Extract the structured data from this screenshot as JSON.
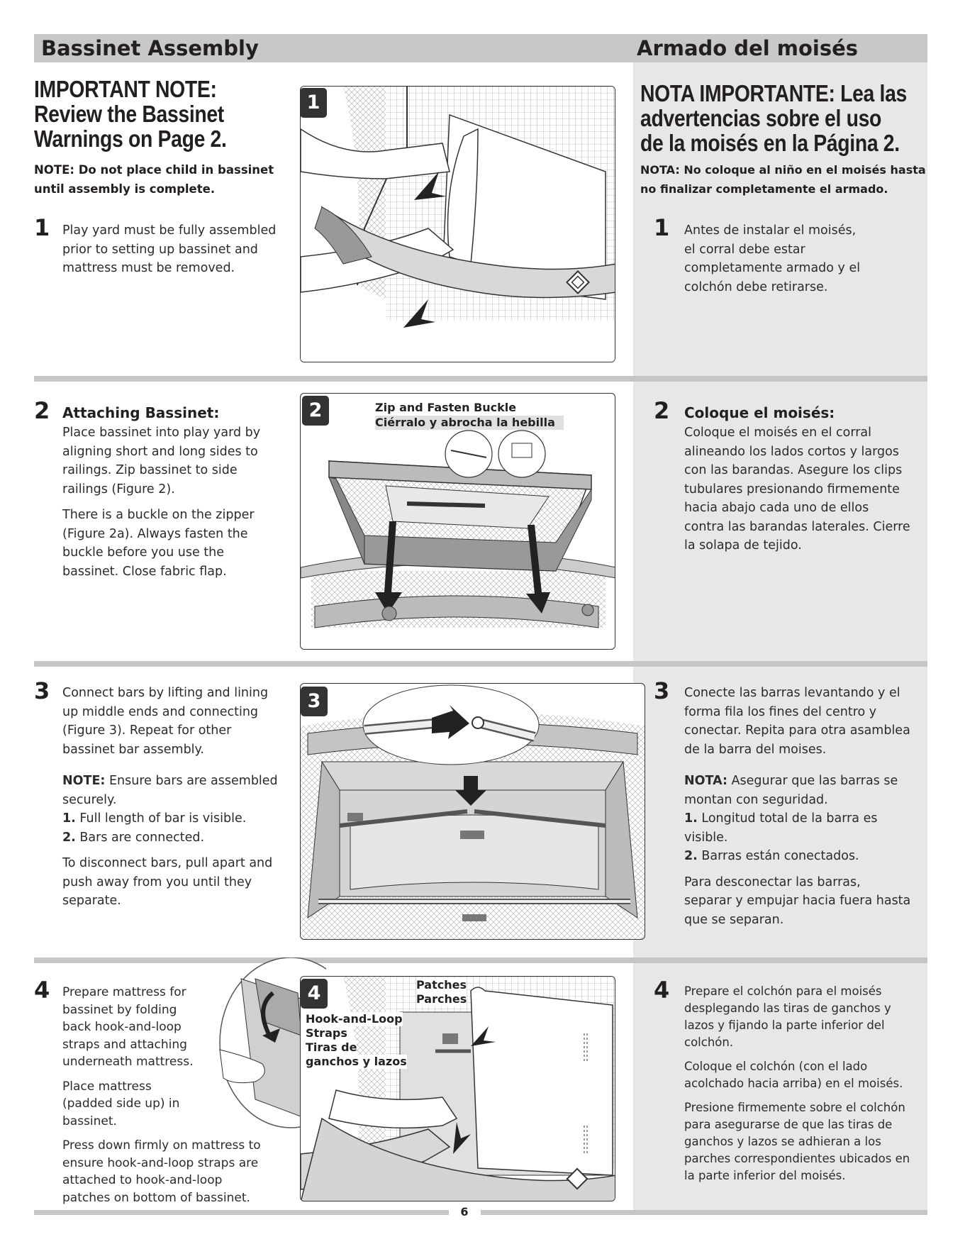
{
  "header": {
    "left_title": "Bassinet Assembly",
    "right_title": "Armado del moisés"
  },
  "english": {
    "important_note": "IMPORTANT NOTE: Review the Bassinet Warnings on Page 2.",
    "note": "NOTE: Do not place child in bassinet until assembly is complete.",
    "step1": {
      "number": "1",
      "text": "Play yard must be fully assembled prior to setting up bassinet and mattress must be removed."
    },
    "step2": {
      "number": "2",
      "heading": "Attaching Bassinet:",
      "p1": "Place bassinet into play yard by aligning short and long sides to railings. Zip bassinet to side railings (Figure 2).",
      "p2": "There is a buckle on the zipper (Figure 2a). Always fasten the buckle before you use the bassinet. Close fabric flap."
    },
    "step3": {
      "number": "3",
      "p1": "Connect bars by lifting and lining up middle ends and connecting (Figure 3). Repeat for other bassinet bar assembly.",
      "note_label": "NOTE:",
      "note_text": " Ensure bars are assembled securely.",
      "item1_num": "1.",
      "item1_text": " Full length of bar is visible.",
      "item2_num": "2.",
      "item2_text": " Bars are connected.",
      "p3": "To disconnect bars, pull apart and push away from you until they separate."
    },
    "step4": {
      "number": "4",
      "p1": "Prepare mattress for bassinet by folding back hook-and-loop straps and attaching underneath mattress.",
      "p2": "Place mattress (padded side up) in bassinet.",
      "p3": "Press down firmly on mattress to ensure hook-and-loop straps are attached to hook-and-loop patches on bottom of bassinet."
    }
  },
  "spanish": {
    "important_note": "NOTA IMPORTANTE: Lea las advertencias sobre el uso de la moisés en la Página 2.",
    "note": "NOTA: No coloque al niño en el moisés hasta no finalizar completamente el armado.",
    "step1": {
      "number": "1",
      "text": "Antes de instalar el moisés, el corral debe estar completamente armado y el colchón debe retirarse."
    },
    "step2": {
      "number": "2",
      "heading": "Coloque el moisés:",
      "p1": "Coloque el moisés en el corral alineando los lados cortos y largos con las barandas. Asegure los clips tubulares presionando firmemente hacia abajo cada uno de ellos contra las barandas laterales. Cierre la solapa de tejido."
    },
    "step3": {
      "number": "3",
      "p1": "Conecte las barras levantando y el forma fila los fines del centro y conectar. Repita para otra asamblea de la barra del moises.",
      "note_label": "NOTA:",
      "note_text": " Asegurar que las barras se montan con seguridad.",
      "item1_num": "1.",
      "item1_text": " Longitud total de la barra es visible.",
      "item2_num": "2.",
      "item2_text": " Barras están conectados.",
      "p3": "Para desconectar las barras, separar y empujar hacia fuera hasta que se separan."
    },
    "step4": {
      "number": "4",
      "p1": "Prepare el colchón para el moisés desplegando las tiras de ganchos y lazos y fijando la parte inferior del colchón.",
      "p2": "Coloque el colchón (con el lado acolchado hacia arriba) en el moisés.",
      "p3": "Presione firmemente sobre el colchón para asegurarse de que las tiras de ganchos y lazos se adhieran a los parches correspondientes ubicados en la parte inferior del moisés."
    }
  },
  "figures": {
    "fig1_badge": "1",
    "fig2_badge": "2",
    "fig2_caption_en": "Zip and Fasten Buckle",
    "fig2_caption_es": "Ciérralo y abrocha la hebilla",
    "fig3_badge": "3",
    "fig4_badge": "4",
    "fig4_patches_en": "Patches",
    "fig4_patches_es": "Parches",
    "fig4_straps_en_1": "Hook-and-Loop",
    "fig4_straps_en_2": "Straps",
    "fig4_straps_es_1": "Tiras de",
    "fig4_straps_es_2": "ganchos y lazos"
  },
  "footer": {
    "page_number": "6"
  }
}
